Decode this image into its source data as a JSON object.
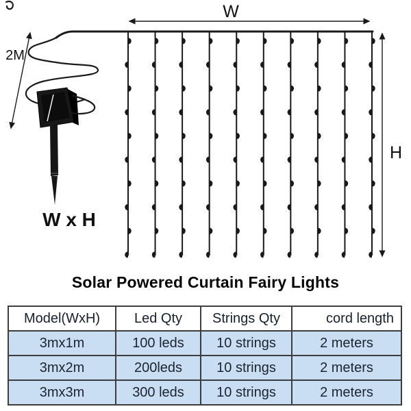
{
  "diagram": {
    "width_label": "W",
    "height_label": "H",
    "cable_length_label": "2M",
    "size_label": "W x H",
    "strings_count": 10,
    "leds_per_string": 10
  },
  "title": "Solar Powered Curtain Fairy Lights",
  "table": {
    "headers": [
      "Model(WxH)",
      "Led Qty",
      "Strings Qty",
      "cord length"
    ],
    "rows": [
      [
        "3mx1m",
        "100 leds",
        "10 strings",
        "2 meters"
      ],
      [
        "3mx2m",
        "200leds",
        "10 strings",
        "2 meters"
      ],
      [
        "3mx3m",
        "300 leds",
        "10 strings",
        "2 meters"
      ]
    ],
    "colors": {
      "row_bg": "#c9def2",
      "header_bg": "#ffffff",
      "border": "#3d3d3d",
      "text": "#1c2430"
    }
  },
  "colors": {
    "line": "#1a1a1a",
    "background": "#ffffff"
  }
}
